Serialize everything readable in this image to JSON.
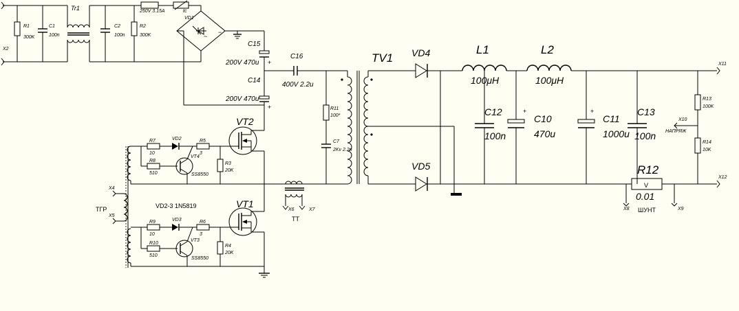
{
  "components": {
    "r1": {
      "ref": "R1",
      "value": "300K"
    },
    "c1": {
      "ref": "C1",
      "value": "100n"
    },
    "tr1": {
      "ref": "Tr1"
    },
    "c2": {
      "ref": "C2",
      "value": "100n"
    },
    "r2": {
      "ref": "R2",
      "value": "300K"
    },
    "fuse": {
      "value": "250V 3.15A"
    },
    "tc": {
      "ref": "tc"
    },
    "vd1": {
      "ref": "VD1"
    },
    "c15": {
      "ref": "C15",
      "value": "200V 470u"
    },
    "c14": {
      "ref": "C14",
      "value": "200V 470u"
    },
    "c16": {
      "ref": "C16",
      "value": "400V 2.2u"
    },
    "r11": {
      "ref": "R11",
      "value": "100*"
    },
    "c7": {
      "ref": "C7",
      "value": "2Kv 2.2n"
    },
    "vt2": {
      "ref": "VT2"
    },
    "vt1": {
      "ref": "VT1"
    },
    "r7": {
      "ref": "R7",
      "value": "10"
    },
    "vd2": {
      "ref": "VD2"
    },
    "r5": {
      "ref": "R5",
      "value": "3"
    },
    "r8": {
      "ref": "R8",
      "value": "510"
    },
    "vt4": {
      "ref": "VT4",
      "value": "SS8550"
    },
    "r3": {
      "ref": "R3",
      "value": "20K"
    },
    "r9": {
      "ref": "R9",
      "value": "10"
    },
    "vd3": {
      "ref": "VD3"
    },
    "r6": {
      "ref": "R6",
      "value": "3"
    },
    "r10": {
      "ref": "R10",
      "value": "510"
    },
    "vt3": {
      "ref": "VT3",
      "value": "SS8550"
    },
    "r4": {
      "ref": "R4",
      "value": "20K"
    },
    "tgr": {
      "ref": "ТГР"
    },
    "tt": {
      "ref": "ТТ"
    },
    "tv1": {
      "ref": "TV1"
    },
    "vd4": {
      "ref": "VD4"
    },
    "vd5": {
      "ref": "VD5"
    },
    "l1": {
      "ref": "L1",
      "value": "100μH"
    },
    "l2": {
      "ref": "L2",
      "value": "100μH"
    },
    "c12": {
      "ref": "C12",
      "value": "100n"
    },
    "c10": {
      "ref": "C10",
      "value": "470u"
    },
    "c11": {
      "ref": "C11",
      "value": "1000u"
    },
    "c13": {
      "ref": "C13",
      "value": "100n"
    },
    "r12": {
      "ref": "R12",
      "value": "0.01",
      "symbol": "V",
      "label": "ШУНТ"
    },
    "r13": {
      "ref": "R13",
      "value": "100K"
    },
    "r14": {
      "ref": "R14",
      "value": "10K"
    }
  },
  "connectors": {
    "x2": "X2",
    "x4": "X4",
    "x5": "X5",
    "x6": "X6",
    "x7": "X7",
    "x8": "X8",
    "x9": "X9",
    "x10": "X10",
    "x11": "X11",
    "x12": "X12"
  },
  "labels": {
    "diodes_note": "VD2-3 1N5819",
    "voltage_tap": "НАПРЯЖ"
  }
}
